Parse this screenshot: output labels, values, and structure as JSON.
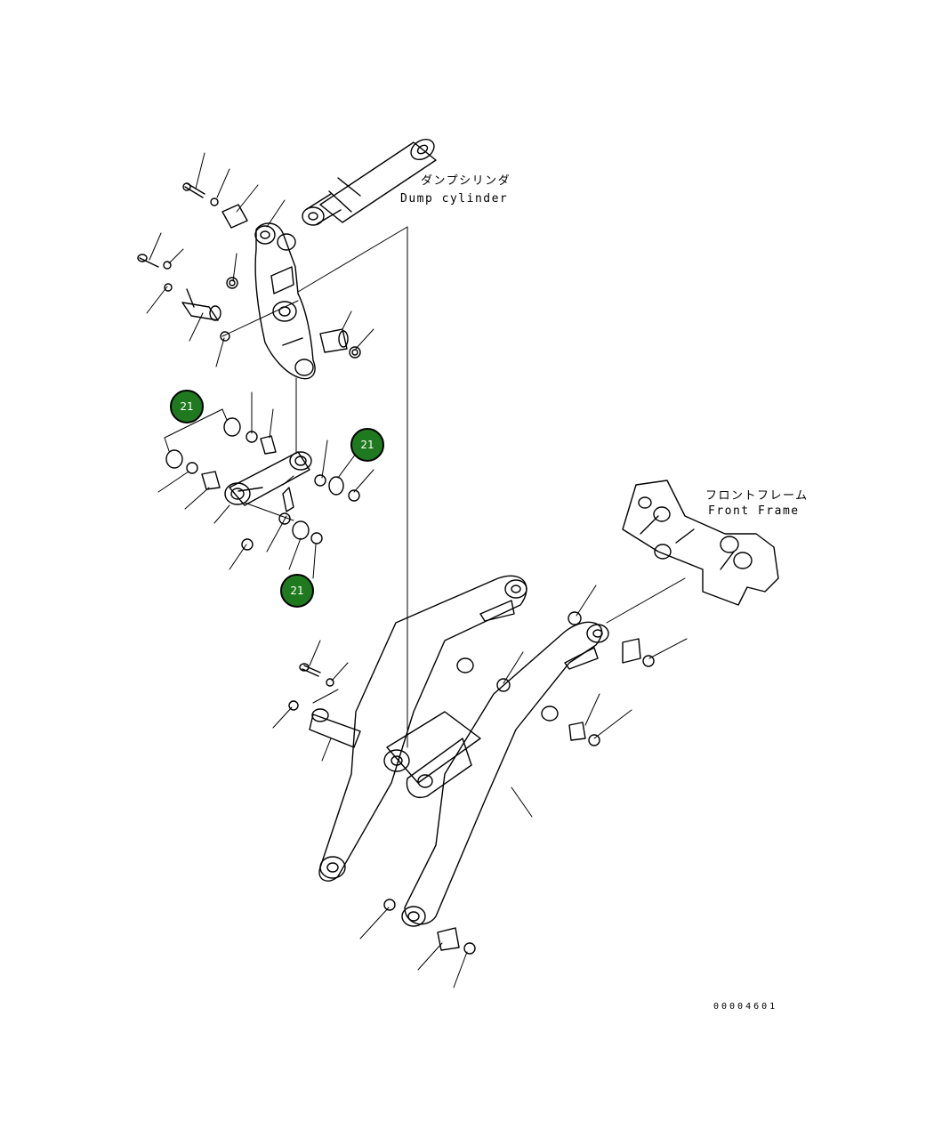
{
  "labels": {
    "dump_cylinder_jp": "ダンプシリンダ",
    "dump_cylinder_en": "Dump cylinder",
    "front_frame_jp": "フロントフレーム",
    "front_frame_en": "Front Frame"
  },
  "callouts": [
    "21",
    "21",
    "21"
  ],
  "drawing_code": "00004601",
  "colors": {
    "callout_fill": "#1f7a1f",
    "line": "#000000"
  }
}
